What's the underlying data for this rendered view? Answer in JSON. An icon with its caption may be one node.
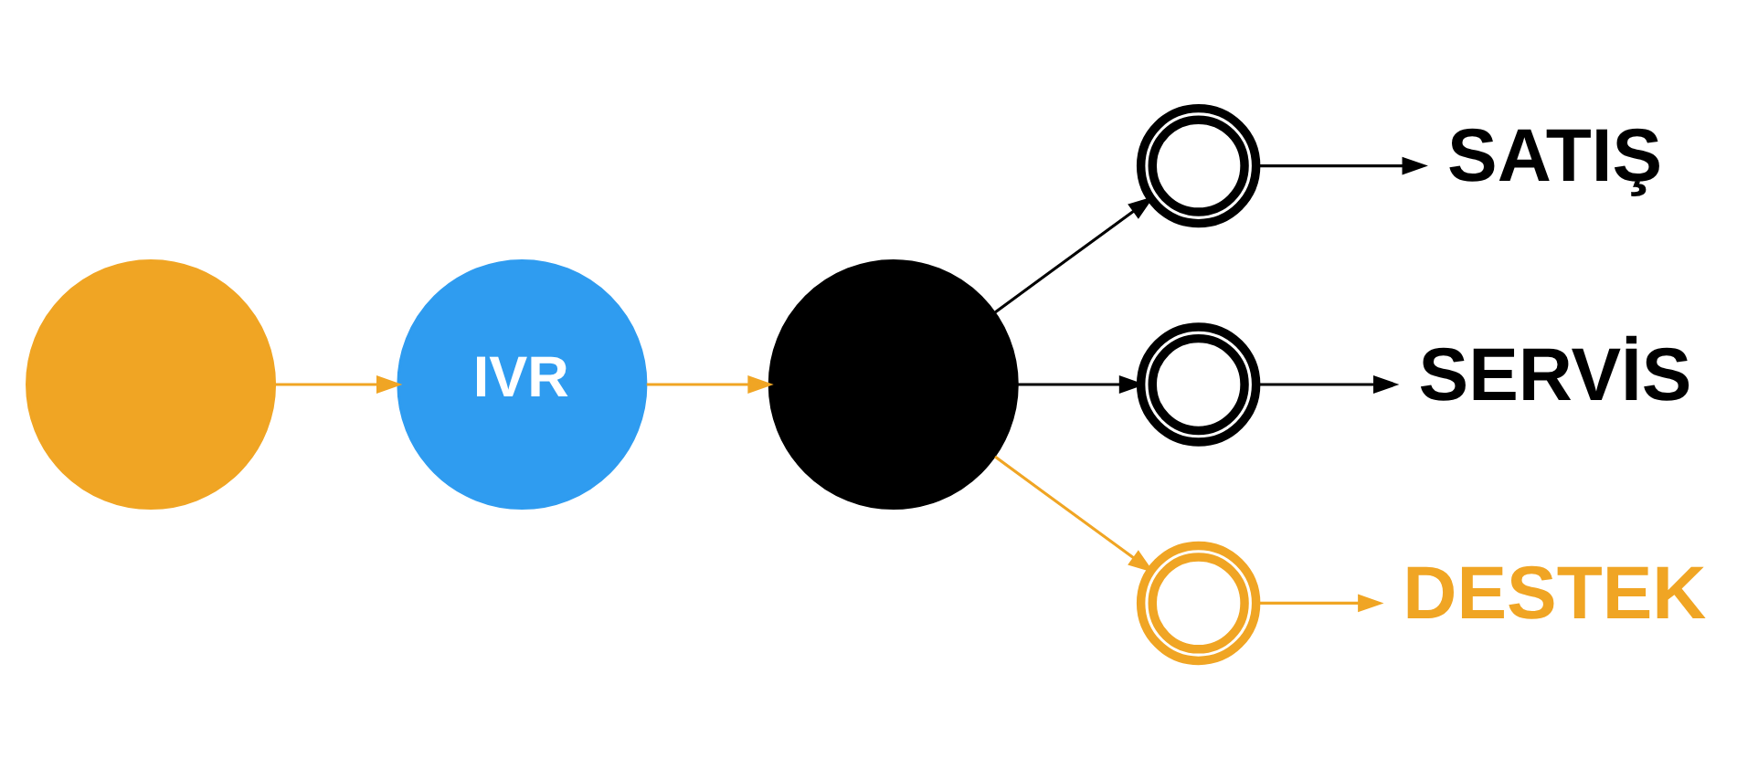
{
  "diagram": {
    "nodes": [
      {
        "text": [],
        "shape": "circle"
      },
      {
        "text": [
          "IVR"
        ]
      },
      {
        "text": [],
        "shape": "circle"
      },
      {
        "text": [],
        "shape": "phone"
      },
      {
        "text": [],
        "shape": "phone"
      },
      {
        "text": [],
        "shape": "phone"
      },
      {
        "text": [
          "SATIŞ"
        ]
      },
      {
        "text": [
          "SERVİS"
        ]
      },
      {
        "text": [
          "DESTEK"
        ]
      }
    ],
    "edges": [
      {
        "from": 0,
        "to": 1,
        "arrow": "to",
        "color": "#f0a524"
      },
      {
        "from": 1,
        "to": 2,
        "arrow": "to",
        "color": "#f0a524"
      },
      {
        "from": 2,
        "to": 3,
        "arrow": "to",
        "color": "#000000"
      },
      {
        "from": 2,
        "to": 4,
        "arrow": "to",
        "color": "#000000"
      },
      {
        "from": 2,
        "to": 5,
        "arrow": "to",
        "color": "#f0a524"
      },
      {
        "from": 3,
        "to": 6,
        "arrow": "to",
        "color": "#000000"
      },
      {
        "from": 4,
        "to": 7,
        "arrow": "to",
        "color": "#000000"
      },
      {
        "from": 5,
        "to": 8,
        "arrow": "to",
        "color": "#f0a524"
      }
    ]
  }
}
